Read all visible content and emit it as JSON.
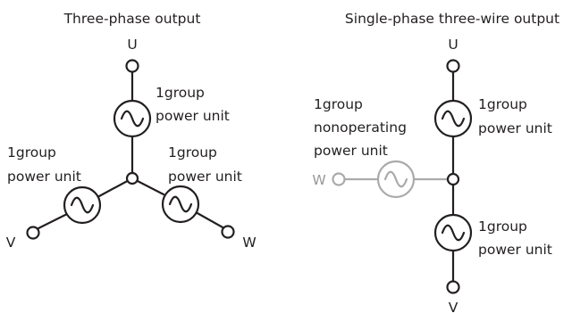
{
  "three_phase": {
    "title": "Three-phase output",
    "terminal_u": "U",
    "terminal_v": "V",
    "terminal_w": "W",
    "unit_top": {
      "line1": "1group",
      "line2": "power unit"
    },
    "unit_left": {
      "line1": "1group",
      "line2": "power unit"
    },
    "unit_right": {
      "line1": "1group",
      "line2": "power unit"
    }
  },
  "single_phase": {
    "title": "Single-phase three-wire output",
    "terminal_u": "U",
    "terminal_v": "V",
    "terminal_w": "W",
    "unit_top": {
      "line1": "1group",
      "line2": "power unit"
    },
    "unit_bottom": {
      "line1": "1group",
      "line2": "power unit"
    },
    "unit_nonoperating": {
      "line1": "1group",
      "line2": "nonoperating",
      "line3": "power unit"
    }
  },
  "colors": {
    "line": "#231f20",
    "inactive": "#aaaaaa",
    "background": "#ffffff"
  },
  "icons": {
    "source": "ac-source-icon",
    "terminal": "terminal-icon",
    "junction": "junction-dot-icon"
  }
}
